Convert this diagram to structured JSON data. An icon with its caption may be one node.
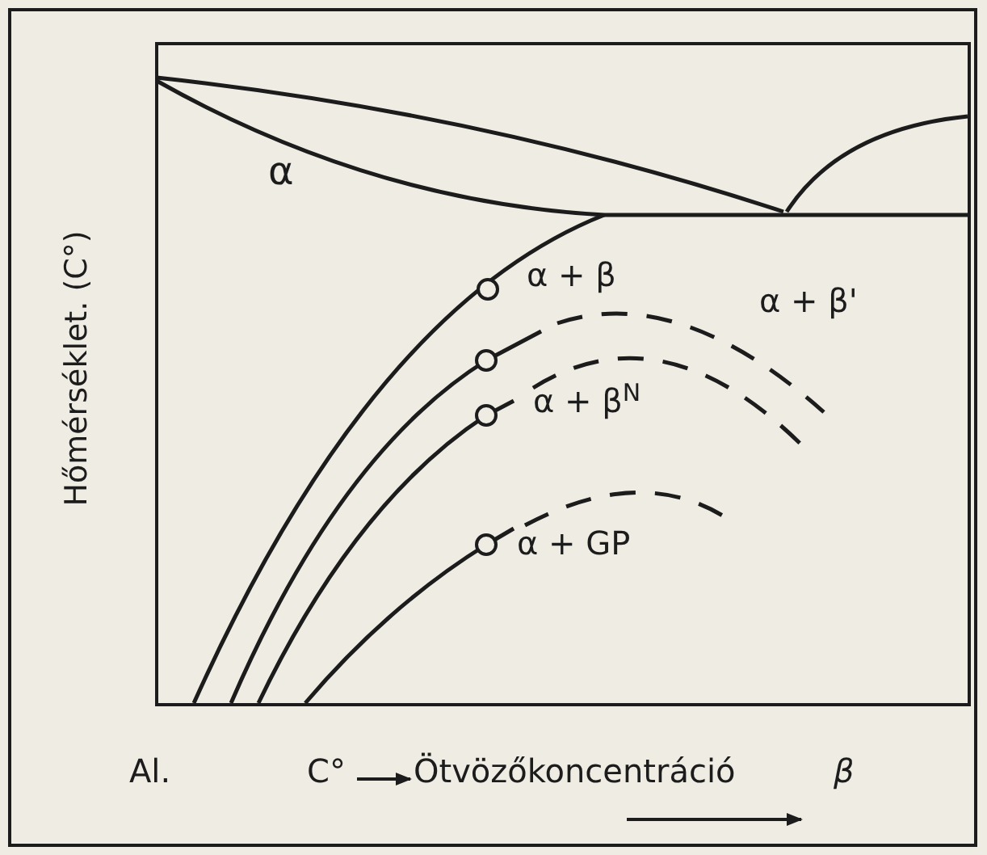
{
  "diagram": {
    "labels": [
      "Hőmérséklet. (C°)",
      "α",
      "α + β",
      "α + β'",
      "α + β$^{N}$",
      "α + GP",
      "Al.",
      "C°",
      "Ötvözőkoncentráció",
      "β"
    ]
  }
}
